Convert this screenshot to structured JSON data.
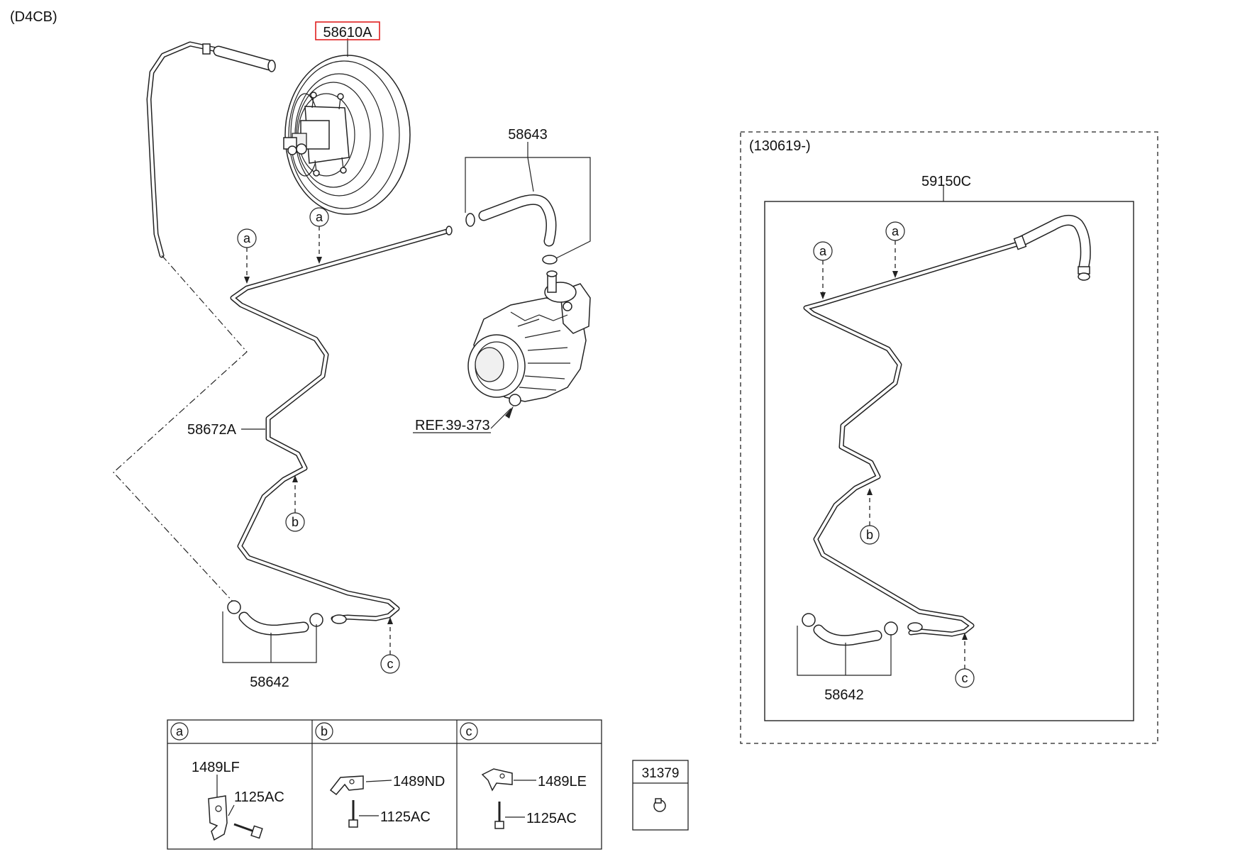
{
  "engine_code": "(D4CB)",
  "parts": {
    "booster": "58610A",
    "hose_top": "58643",
    "tube_main": "58672A",
    "hose_bottom_left": "58642",
    "ref_alternator": "REF.39-373",
    "inset_date": "(130619-)",
    "inset_assembly": "59150C",
    "hose_bottom_right": "58642",
    "clip_kit": "31379"
  },
  "callouts": {
    "a": "a",
    "b": "b",
    "c": "c"
  },
  "detail_table": {
    "a": {
      "label": "a",
      "clip": "1489LF",
      "bolt": "1125AC"
    },
    "b": {
      "label": "b",
      "clip": "1489ND",
      "bolt": "1125AC"
    },
    "c": {
      "label": "c",
      "clip": "1489LE",
      "bolt": "1125AC"
    }
  },
  "colors": {
    "line": "#222222",
    "highlight": "#e02020",
    "background": "#ffffff"
  }
}
